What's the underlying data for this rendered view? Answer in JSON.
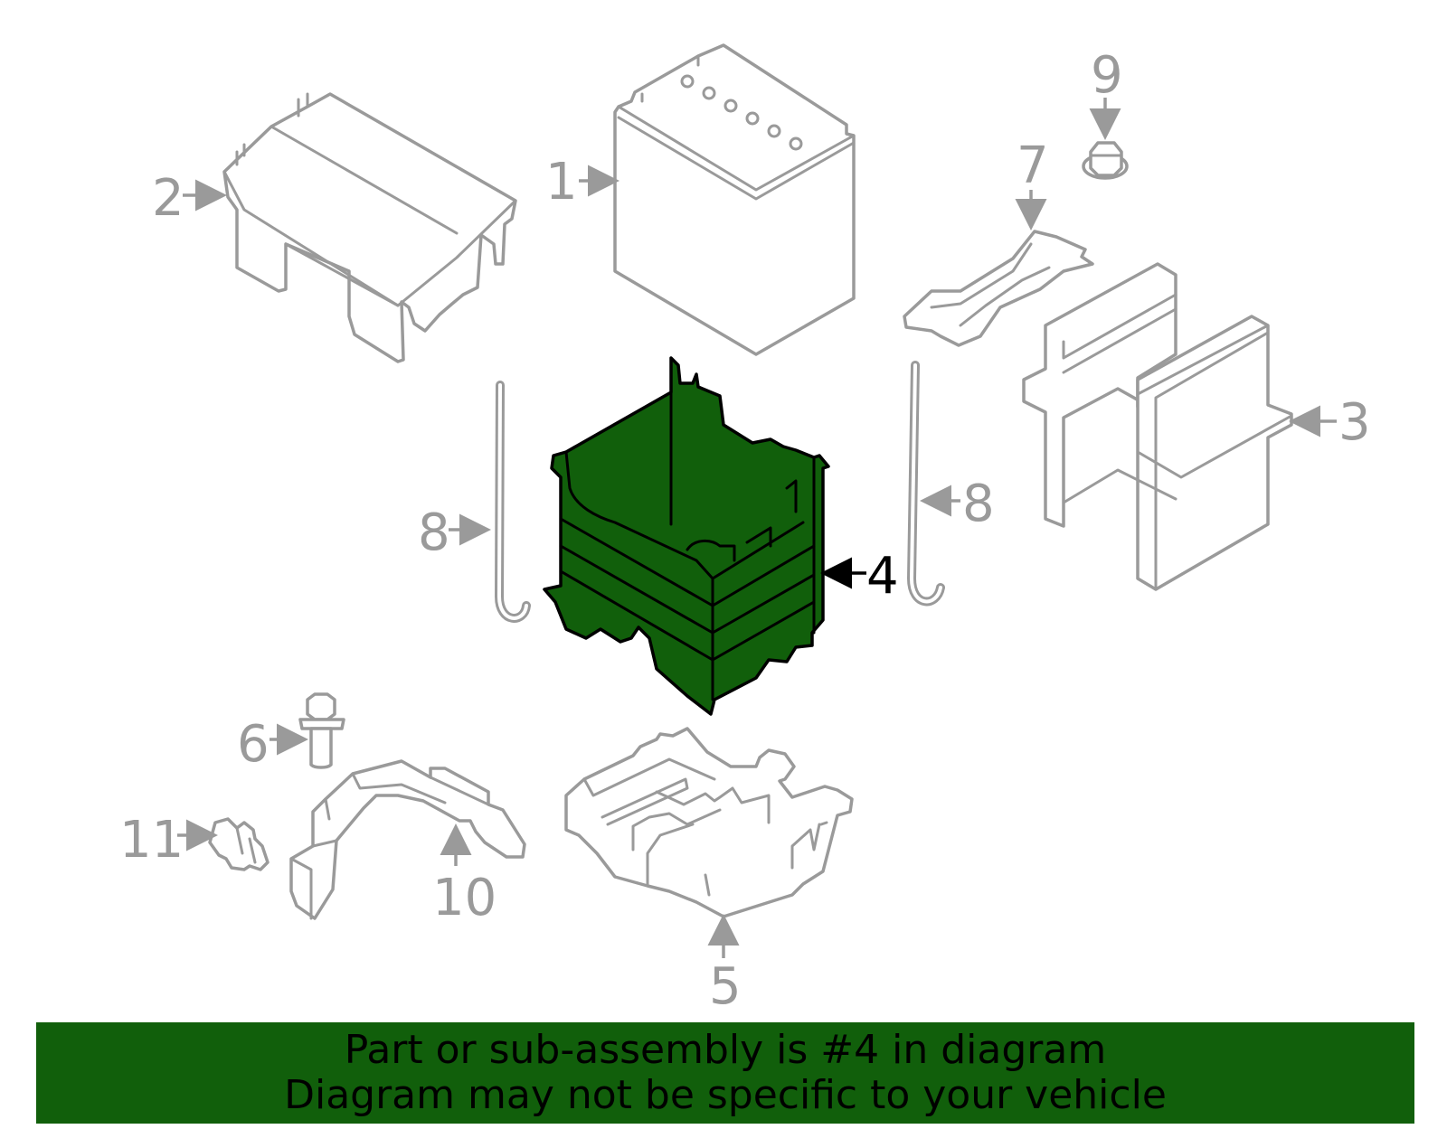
{
  "colors": {
    "highlight_fill": "#115f0b",
    "outline": "#9a9a9a",
    "banner": "#115f0b"
  },
  "callouts": {
    "c1": "1",
    "c2": "2",
    "c3": "3",
    "c4": "4",
    "c5": "5",
    "c6": "6",
    "c7": "7",
    "c8_left": "8",
    "c8_right": "8",
    "c9": "9",
    "c10": "10",
    "c11": "11"
  },
  "banner": {
    "line1": "Part or sub-assembly is #4 in diagram",
    "line2": "Diagram may not be specific to your vehicle"
  }
}
